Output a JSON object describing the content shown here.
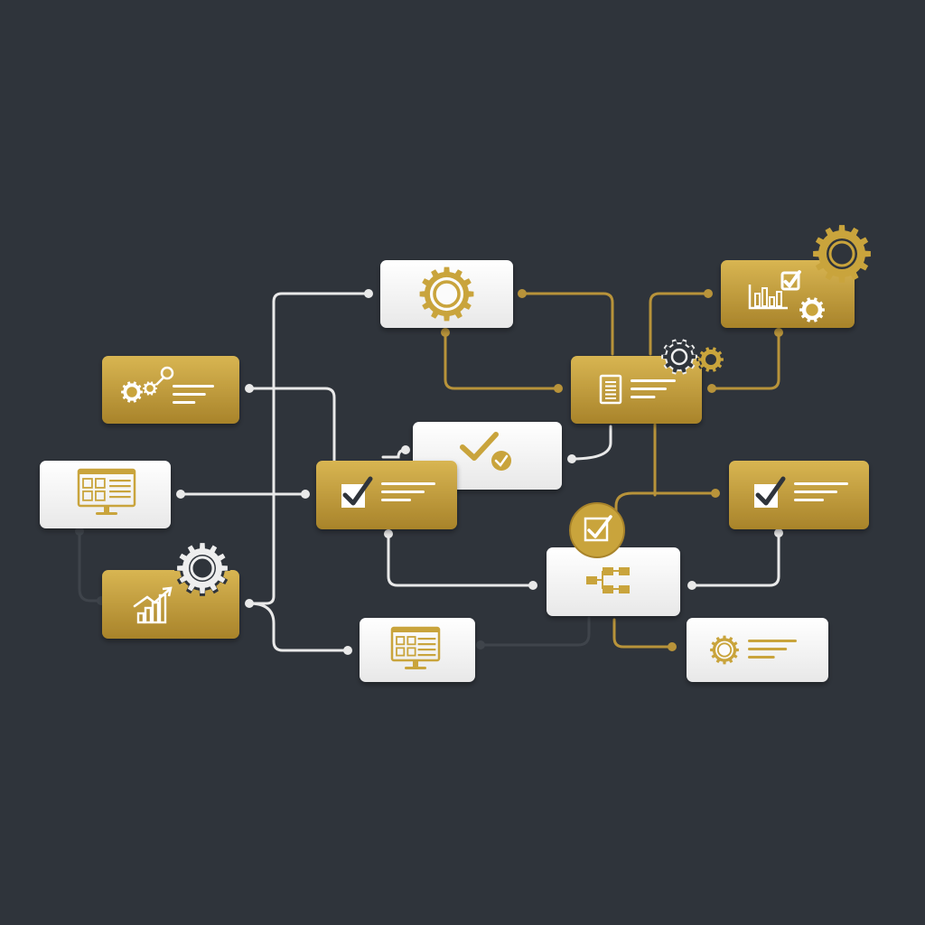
{
  "palette": {
    "background": "#2f343b",
    "gold": "#c9a43c",
    "gold_light": "#d8b552",
    "gold_dark": "#a8832a",
    "white_card": "#f4f4f4",
    "connector_white": "#e9e9e9",
    "connector_gold": "#b8933a",
    "connector_dark": "#3f444b",
    "icon_dark": "#2f343b"
  },
  "nodes": [
    {
      "id": "gear-top",
      "variant": "white",
      "icons": [
        "gear-icon"
      ]
    },
    {
      "id": "gears-list-left",
      "variant": "gold",
      "icons": [
        "gears-icon",
        "text-lines-icon"
      ]
    },
    {
      "id": "document-center",
      "variant": "gold",
      "icons": [
        "document-icon",
        "text-lines-icon"
      ]
    },
    {
      "id": "chart-gears-top-right",
      "variant": "gold",
      "icons": [
        "bar-chart-icon",
        "checkbox-icon",
        "gear-icon"
      ]
    },
    {
      "id": "monitor-left",
      "variant": "white",
      "icons": [
        "monitor-icon"
      ]
    },
    {
      "id": "check-middle",
      "variant": "white",
      "icons": [
        "checkmark-icon",
        "check-circle-icon"
      ]
    },
    {
      "id": "checklist-center",
      "variant": "gold",
      "icons": [
        "checkbox-icon",
        "text-lines-icon"
      ]
    },
    {
      "id": "checklist-right",
      "variant": "gold",
      "icons": [
        "checkbox-icon",
        "text-lines-icon"
      ]
    },
    {
      "id": "growth-chart-left",
      "variant": "gold",
      "icons": [
        "growth-chart-icon",
        "gear-icon"
      ]
    },
    {
      "id": "hierarchy-center",
      "variant": "white",
      "icons": [
        "hierarchy-icon",
        "check-badge-icon"
      ]
    },
    {
      "id": "monitor-bottom",
      "variant": "white",
      "icons": [
        "monitor-icon"
      ]
    },
    {
      "id": "gear-list-bottom-right",
      "variant": "white",
      "icons": [
        "gear-icon",
        "text-lines-icon"
      ]
    }
  ],
  "connectors": [
    {
      "from": "gear-top",
      "to": "growth-chart-left",
      "style": "white"
    },
    {
      "from": "growth-chart-left",
      "to": "monitor-bottom",
      "style": "white"
    },
    {
      "from": "gears-list-left",
      "to": "checklist-center",
      "style": "white"
    },
    {
      "from": "monitor-left",
      "to": "checklist-center",
      "style": "white"
    },
    {
      "from": "checklist-center",
      "to": "hierarchy-center",
      "style": "white"
    },
    {
      "from": "checklist-center",
      "to": "check-middle",
      "style": "white"
    },
    {
      "from": "check-middle",
      "to": "document-center",
      "style": "white"
    },
    {
      "from": "hierarchy-center",
      "to": "checklist-right",
      "style": "white"
    },
    {
      "from": "gear-top",
      "to": "document-center",
      "style": "gold"
    },
    {
      "from": "document-center",
      "to": "chart-gears-top-right",
      "style": "gold"
    },
    {
      "from": "hierarchy-center",
      "to": "checklist-right",
      "style": "gold"
    },
    {
      "from": "hierarchy-center",
      "to": "gear-list-bottom-right",
      "style": "gold"
    },
    {
      "from": "monitor-left",
      "to": "growth-chart-left",
      "style": "dark"
    },
    {
      "from": "monitor-bottom",
      "to": "hierarchy-center",
      "style": "dark"
    }
  ]
}
